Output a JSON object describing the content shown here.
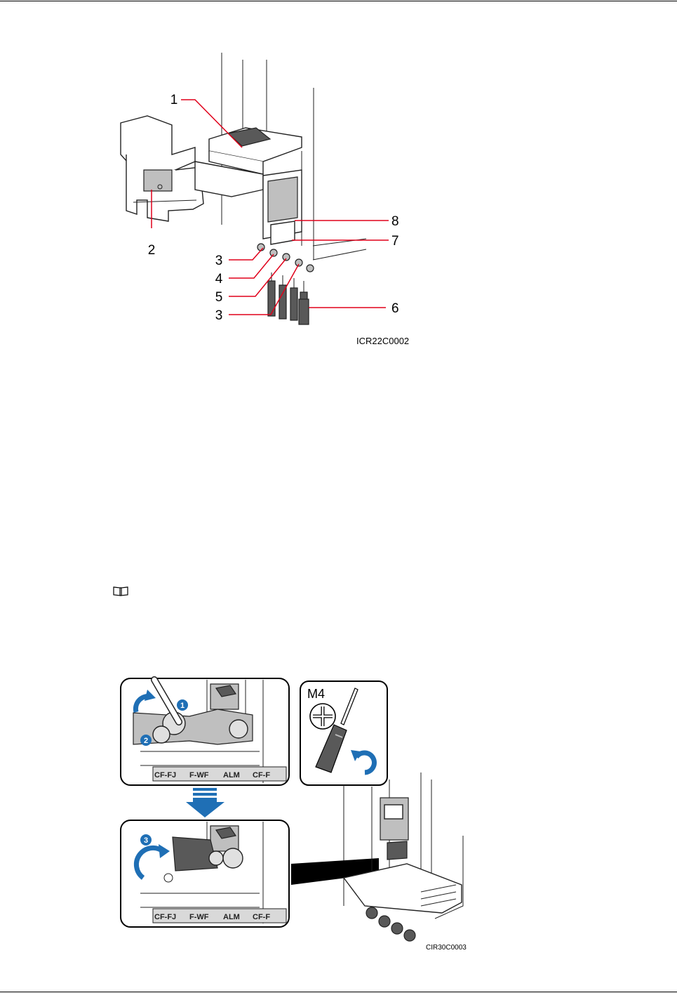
{
  "figure1": {
    "code": "ICR22C0002",
    "callouts": [
      "1",
      "2",
      "3",
      "4",
      "5",
      "3",
      "6",
      "7",
      "8"
    ]
  },
  "figure2": {
    "code": "CIR30C0003",
    "screw_spec": "M4",
    "steps": [
      "1",
      "2",
      "3"
    ],
    "port_labels": [
      "CF-FJ",
      "F-WF",
      "ALM",
      "CF-F"
    ],
    "accent_color": "#1f6fb5"
  },
  "icons": {
    "note": "book-icon",
    "screwdriver": "phillips-screwdriver-icon",
    "rotate": "counterclockwise-arrow-icon",
    "arrow": "down-arrow-icon"
  }
}
